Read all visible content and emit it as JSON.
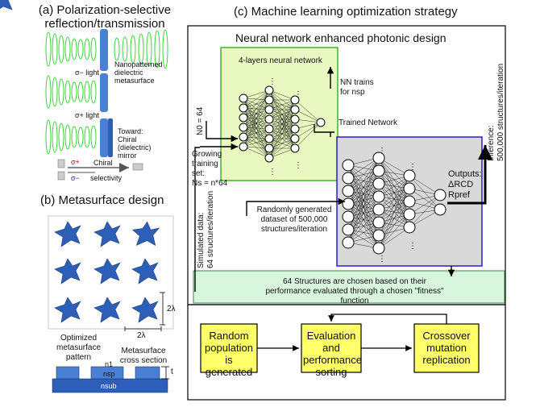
{
  "panel_a": {
    "title_line1": "(a) Polarization-selective",
    "title_line2": "reflection/transmission",
    "row1_label": "σ− light",
    "row1_note_1": "Nanopatterned",
    "row1_note_2": "dielectric",
    "row1_note_3": "metasurface",
    "row2_label": "σ+ light",
    "row3_note_1": "Toward:",
    "row3_note_2": "Chiral",
    "row3_note_3": "(dielectric)",
    "row3_note_4": "mirror",
    "sel_plus": "σ+",
    "sel_minus": "σ−",
    "sel_chiral": "Chiral",
    "sel_selectivity": "selectivity"
  },
  "panel_b": {
    "title": "(b) Metasurface design",
    "dim_2lambda_v": "2λ",
    "dim_2lambda_h": "2λ",
    "optimized_1": "Optimized",
    "optimized_2": "metasurface",
    "optimized_3": "pattern",
    "cross_1": "Metasurface",
    "cross_2": "cross section",
    "n1": "n1",
    "nsp": "nsp",
    "nsub": "nsub",
    "t": "t"
  },
  "panel_c": {
    "title": "(c) Machine learning optimization strategy",
    "box_title": "Neural network enhanced photonic design",
    "nn_label": "4-layers neural network",
    "nn_trains_1": "NN trains",
    "nn_trains_2": "for nsp",
    "n0": "N0 = 64",
    "trained_network": "Trained Network",
    "growing_1": "Growing",
    "growing_2": "training",
    "growing_3": "set:",
    "growing_4": "Ns = n*64",
    "random_1": "Randomly generated",
    "random_2": "dataset of 500,000",
    "random_3": "structures/iteration",
    "outputs_1": "Outputs:",
    "outputs_2": "ΔRCD",
    "outputs_3": "Rpref",
    "inference_1": "Inference:",
    "inference_2": "500,000 structures/iteration",
    "simulated_1": "Simulated data:",
    "simulated_2": "64 structures/iteration",
    "fitness_1": "64 Structures are chosen based on their",
    "fitness_2": "performance evaluated through a chosen \"fitness\"",
    "fitness_3": "function",
    "ga_box1": "Random population is generated",
    "ga_box2": "Evaluation and performance sorting",
    "ga_box3": "Crossover mutation replication"
  },
  "colors": {
    "nn_green_fill": "#e8f8c0",
    "nn_green_border": "#3cb52a",
    "trained_fill": "#d9d9d9",
    "trained_border": "#2020c8",
    "fitness_fill": "#d8f5dd",
    "ga_yellow": "#ffff6a",
    "meta_blue": "#2e5fb8",
    "beam_green": "#3ad43a"
  }
}
